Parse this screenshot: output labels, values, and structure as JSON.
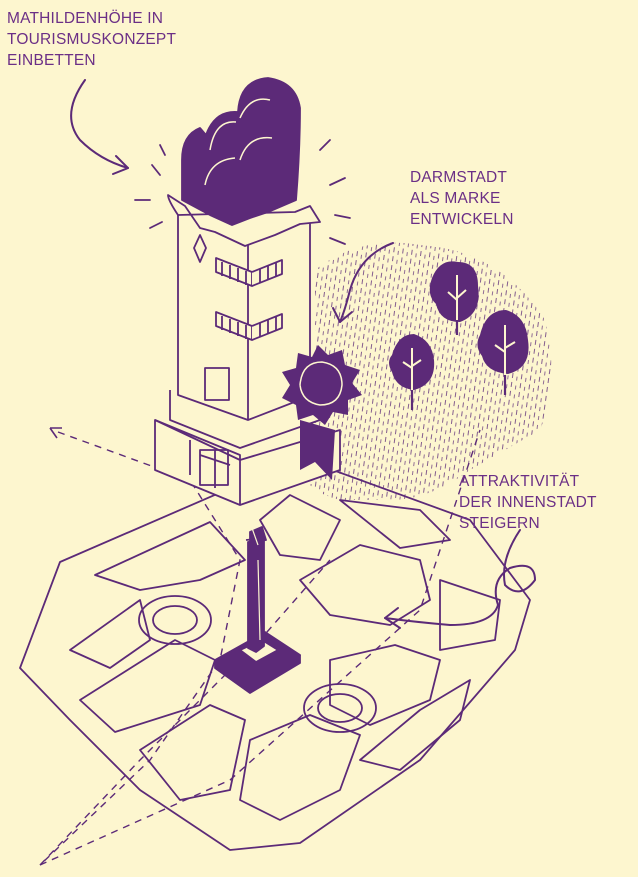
{
  "labels": {
    "mathildenhoehe": [
      "MATHILDENHÖHE IN",
      "TOURISMUSKONZEPT",
      "EINBETTEN"
    ],
    "marke": [
      "DARMSTADT",
      "ALS MARKE",
      "ENTWICKELN"
    ],
    "innenstadt": [
      "ATTRAKTIVITÄT",
      "DER INNENSTADT",
      "STEIGERN"
    ]
  },
  "colors": {
    "background": "#fdf6cf",
    "ink": "#5c2a78",
    "accent": "#6b2f86"
  },
  "icons": [
    "wedding-tower-icon",
    "award-badge-icon",
    "tree-icon",
    "column-monument-icon",
    "city-plan-icon",
    "arrow-icon"
  ]
}
